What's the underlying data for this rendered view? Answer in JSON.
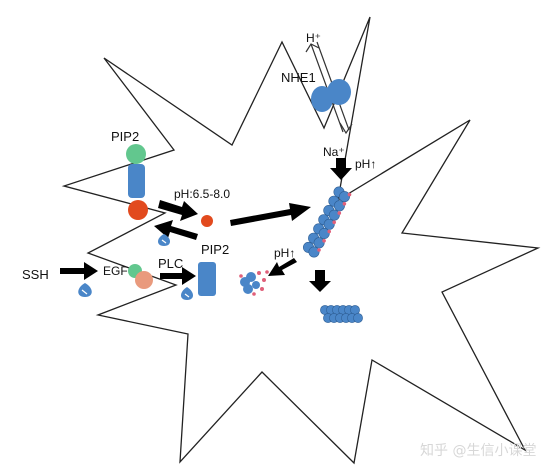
{
  "labels": {
    "h_ion": "H⁺",
    "nhe1": "NHE1",
    "na_ion": "Na⁺",
    "ph_up_top": "pH↑",
    "pip2_top": "PIP2",
    "ph_range": "pH:6.5-8.0",
    "pip2_mid": "PIP2",
    "plc": "PLC",
    "egf": "EGF",
    "ssh": "SSH",
    "ph_up_mid": "pH↑"
  },
  "watermark": "知乎 @生信小课堂",
  "colors": {
    "protein_blue": "#4a86c8",
    "protein_blue_dark": "#2f5f95",
    "green_head": "#62c78e",
    "red_ball": "#e24a1e",
    "salmon": "#e99a7d",
    "pink_dot": "#e0607a",
    "arrow": "#000000",
    "outline": "#222222"
  }
}
